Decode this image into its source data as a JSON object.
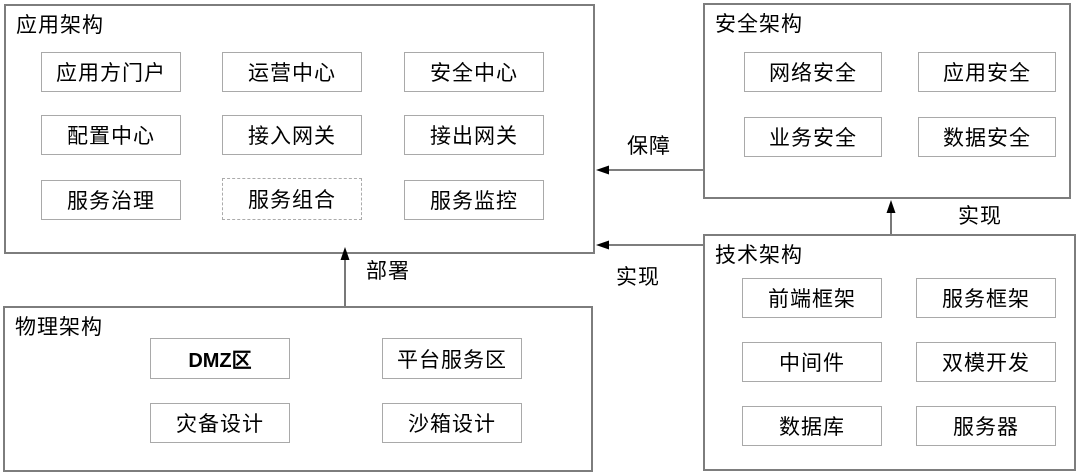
{
  "diagram": {
    "groups": {
      "app": {
        "title": "应用架构",
        "items": [
          "应用方门户",
          "运营中心",
          "安全中心",
          "配置中心",
          "接入网关",
          "接出网关",
          "服务治理",
          "服务组合",
          "服务监控"
        ]
      },
      "security": {
        "title": "安全架构",
        "items": [
          "网络安全",
          "应用安全",
          "业务安全",
          "数据安全"
        ]
      },
      "tech": {
        "title": "技术架构",
        "items": [
          "前端框架",
          "服务框架",
          "中间件",
          "双模开发",
          "数据库",
          "服务器"
        ]
      },
      "physical": {
        "title": "物理架构",
        "items": [
          "DMZ区",
          "平台服务区",
          "灾备设计",
          "沙箱设计"
        ]
      }
    },
    "arrows": {
      "guarantee": "保障",
      "implement_h": "实现",
      "deploy": "部署",
      "implement_v": "实现"
    },
    "colors": {
      "background": "#ffffff",
      "outer_border": "#7d7d7d",
      "inner_border": "#a9a9a9",
      "text": "#000000",
      "arrow": "#303030"
    }
  }
}
